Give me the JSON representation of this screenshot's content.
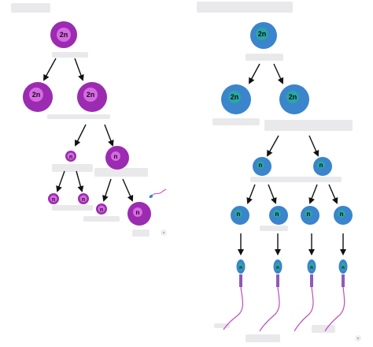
{
  "colors": {
    "egg_outer": "#9b2bb0",
    "egg_inner": "#d86ae3",
    "sperm_outer": "#3a85cc",
    "sperm_inner": "#2ba6a5",
    "sperm_tail": "#bf4bbf",
    "arrow": "#111111"
  },
  "left_panel": {
    "ploidy_diploid": "2n",
    "ploidy_haploid": "n"
  },
  "right_panel": {
    "ploidy_diploid": "2n",
    "ploidy_haploid": "n"
  },
  "icons": {
    "corner_marker": "info-dot-icon"
  }
}
